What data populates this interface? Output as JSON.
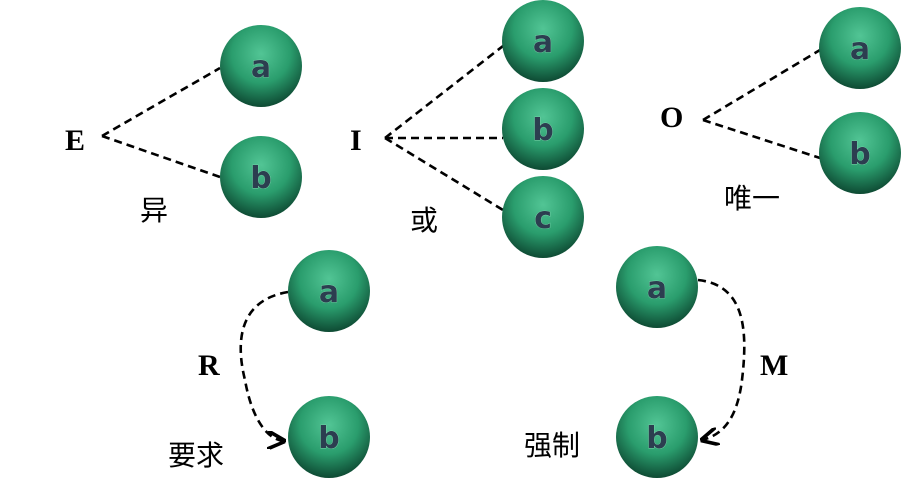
{
  "groups": [
    {
      "letter": "E",
      "caption": "异",
      "nodes": [
        "a",
        "b"
      ]
    },
    {
      "letter": "I",
      "caption": "或",
      "nodes": [
        "a",
        "b",
        "c"
      ]
    },
    {
      "letter": "O",
      "caption": "唯一",
      "nodes": [
        "a",
        "b"
      ]
    },
    {
      "letter": "R",
      "caption": "要求",
      "nodes": [
        "a",
        "b"
      ]
    },
    {
      "letter": "M",
      "caption": "强制",
      "nodes": [
        "a",
        "b"
      ]
    }
  ],
  "colors": {
    "node_light": "#52c595",
    "node_mid": "#2a9d6d",
    "node_dark": "#0e4a33",
    "line": "#000000"
  }
}
